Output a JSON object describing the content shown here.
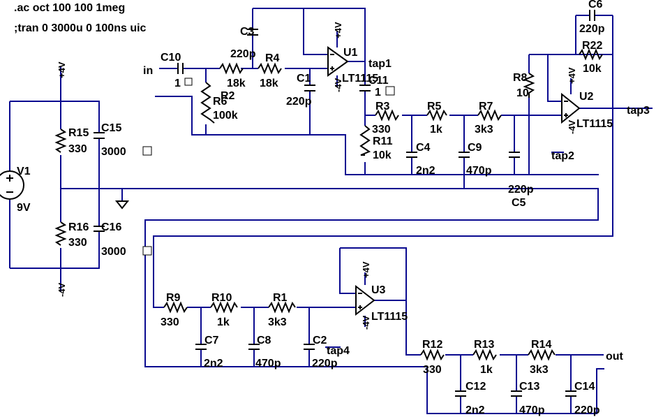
{
  "directives": {
    "ac": ".ac oct 100 100 1meg",
    "tran": ";tran 0 3000u 0 100ns uic"
  },
  "components": {
    "R1": {
      "name": "R1",
      "value": "3k3"
    },
    "R2": {
      "name": "R2",
      "value": ""
    },
    "R3": {
      "name": "R3",
      "value": "330"
    },
    "R4": {
      "name": "R4",
      "value": "18k"
    },
    "R5": {
      "name": "R5",
      "value": "1k"
    },
    "R6": {
      "name": "R6",
      "value": "100k"
    },
    "R7": {
      "name": "R7",
      "value": "3k3"
    },
    "R8": {
      "name": "R8",
      "value": "10"
    },
    "R9": {
      "name": "R9",
      "value": "330"
    },
    "R10": {
      "name": "R10",
      "value": "1k"
    },
    "R11": {
      "name": "R11",
      "value": "10k"
    },
    "R12": {
      "name": "R12",
      "value": "330"
    },
    "R13": {
      "name": "R13",
      "value": "1k"
    },
    "R14": {
      "name": "R14",
      "value": "3k3"
    },
    "R15": {
      "name": "R15",
      "value": "330"
    },
    "R16": {
      "name": "R16",
      "value": "330"
    },
    "R22": {
      "name": "R22",
      "value": "10k"
    },
    "C1": {
      "name": "C1",
      "value": "220p"
    },
    "C2": {
      "name": "C2",
      "value": "220p"
    },
    "C3": {
      "name": "C3",
      "value": "220p"
    },
    "C4": {
      "name": "C4",
      "value": "2n2"
    },
    "C5": {
      "name": "C5",
      "value": "220p"
    },
    "C6": {
      "name": "C6",
      "value": "220p"
    },
    "C7": {
      "name": "C7",
      "value": "2n2"
    },
    "C8": {
      "name": "C8",
      "value": "470p"
    },
    "C9": {
      "name": "C9",
      "value": "470p"
    },
    "C10": {
      "name": "C10",
      "value": "1"
    },
    "C11": {
      "name": "C11",
      "value": "1"
    },
    "C12": {
      "name": "C12",
      "value": "2n2"
    },
    "C13": {
      "name": "C13",
      "value": "470p"
    },
    "C14": {
      "name": "C14",
      "value": "220p"
    },
    "C15": {
      "name": "C15",
      "value": "3000"
    },
    "C16": {
      "name": "C16",
      "value": "3000"
    },
    "U1": {
      "name": "U1",
      "value": "LT1115"
    },
    "U2": {
      "name": "U2",
      "value": "LT1115"
    },
    "U3": {
      "name": "U3",
      "value": "LT1115"
    },
    "V1": {
      "name": "V1",
      "value": "9V"
    }
  },
  "nets": {
    "in": "in",
    "tap1": "tap1",
    "tap2": "tap2",
    "tap3": "tap3",
    "tap4": "tap4",
    "out": "out",
    "pos": "+4V",
    "neg": "-4V"
  }
}
